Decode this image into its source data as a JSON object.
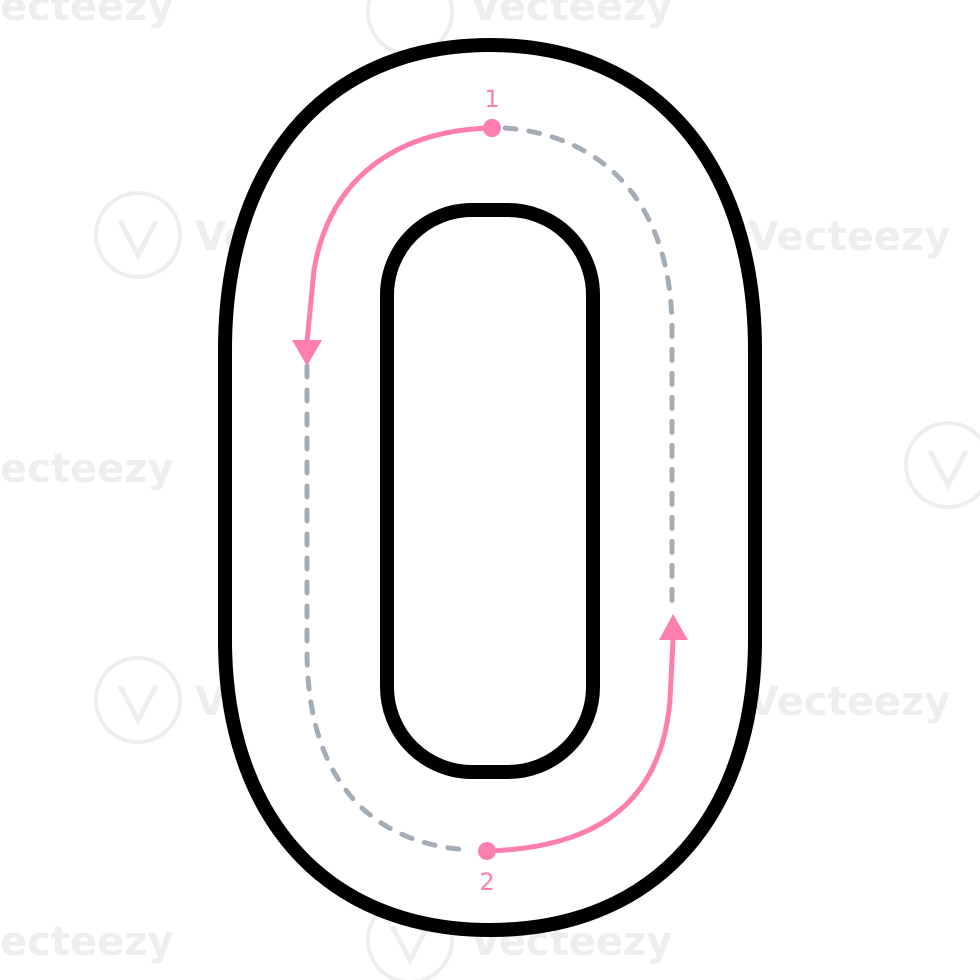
{
  "figure": {
    "stroke_labels": [
      "1",
      "2"
    ],
    "watermark_text": "Vecteezy"
  },
  "colors": {
    "outline": "#000000",
    "guide_arrow": "#ff7eb0",
    "dashed_path": "#a4acb6",
    "watermark": "#dde0e4",
    "background": "#ffffff"
  },
  "icons": [
    "start-dot",
    "arrowhead",
    "vecteezy-logo-watermark"
  ]
}
